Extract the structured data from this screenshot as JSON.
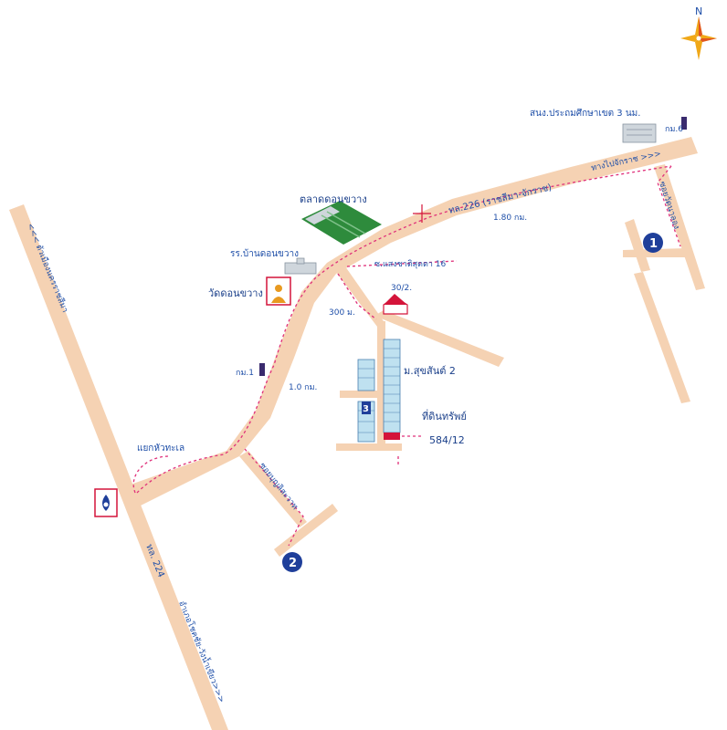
{
  "compass": {
    "north_label": "N"
  },
  "roads": {
    "highway_226": "ทล.226 (ราชสีมา-จักราช)",
    "highway_224": "ทล. 224",
    "left_top": "<<< ตัวเมืองนครราชสีมา",
    "bottom_right": "อำเภอโชคชัย-วังน้ำเขียว>>>",
    "to_chakkarat": "ทางไปจักราช >>>",
    "soi_right": "ซอยวัดนาลอง",
    "soi_left": "ซอยบุญลิสะวาท",
    "soi_16": "ซ.แสงชาติสุดตา 16"
  },
  "places": {
    "market": "ตลาดดอนขวาง",
    "school": "รร.บ้านดอนขวาง",
    "temple": "วัดดอนขวาง",
    "office": "สนง.ประถมศึกษาเขต 3 นม.",
    "junction": "แยกหัวทะเล",
    "village": "ม.สุขสันต์ 2",
    "house_code": "30/2.",
    "property": "ที่ดินทรัพย์",
    "property_no": "584/12",
    "km_post_1": "กม.1",
    "km_post_6": "กม.6"
  },
  "distances": {
    "d_180km": "1.80 กม.",
    "d_300m": "300 ม.",
    "d_10km": "1.0 กม."
  },
  "markers": {
    "m1": "1",
    "m2": "2",
    "lane_no": "3"
  },
  "colors": {
    "road": "#f5d2b3",
    "label_text": "#1f4fa8",
    "route": "#e0307a",
    "marker_fill": "#1f3f9a",
    "market_green": "#2e8b3c",
    "property_red": "#d4143a",
    "village_block": "#bfe1f0"
  },
  "icons": [
    "compass-star-icon",
    "bank-logo-icon",
    "temple-buddha-icon",
    "school-building-icon",
    "house-icon",
    "km-post-icon"
  ]
}
